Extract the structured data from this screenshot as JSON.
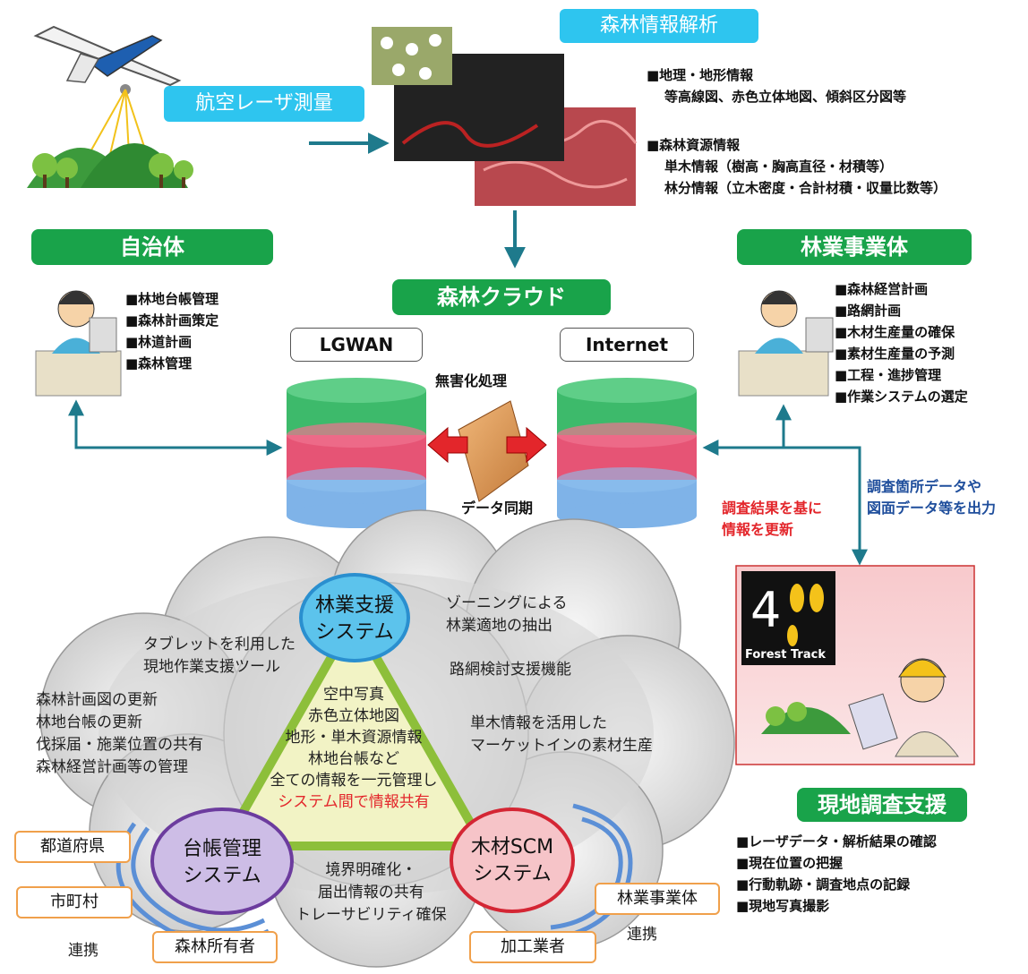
{
  "top": {
    "aerial_label": "航空レーザ測量",
    "analysis_label": "森林情報解析",
    "geo_heading": "■地理・地形情報",
    "geo_detail": "等高線図、赤色立体地図、傾斜区分図等",
    "resource_heading": "■森林資源情報",
    "resource_detail1": "単木情報（樹高・胸高直径・材積等）",
    "resource_detail2": "林分情報（立木密度・合計材積・収量比数等）"
  },
  "municipality": {
    "title": "自治体",
    "items": [
      "■林地台帳管理",
      "■森林計画策定",
      "■林道計画",
      "■森林管理"
    ]
  },
  "forestry_business": {
    "title": "林業事業体",
    "items": [
      "■森林経営計画",
      "■路網計画",
      "■木材生産量の確保",
      "■素材生産量の予測",
      "■工程・進捗管理",
      "■作業システムの選定"
    ]
  },
  "cloud": {
    "title": "森林クラウド",
    "lgwan": "LGWAN",
    "internet": "Internet",
    "sanitize": "無害化処理",
    "sync": "データ同期"
  },
  "field_flow": {
    "update_line1": "調査結果を基に",
    "update_line2": "情報を更新",
    "output_line1": "調査箇所データや",
    "output_line2": "図面データ等を出力"
  },
  "field_support": {
    "app_name": "Forest Track",
    "title": "現地調査支援",
    "items": [
      "■レーザデータ・解析結果の確認",
      "■現在位置の把握",
      "■行動軌跡・調査地点の記録",
      "■現地写真撮影"
    ]
  },
  "systems": {
    "forestry_support": "林業支援\nシステム",
    "ledger": "台帳管理\nシステム",
    "scm": "木材SCM\nシステム"
  },
  "cloud_texts": {
    "tablet": "タブレットを利用した\n現地作業支援ツール",
    "zoning": "ゾーニングによる\n林業適地の抽出",
    "road": "路網検討支援機能",
    "tree_use": "単木情報を活用した\nマーケットインの素材生産",
    "ledger_items": "森林計画図の更新\n林地台帳の更新\n伐採届・施業位置の共有\n森林経営計画等の管理",
    "boundary": "境界明確化・\n届出情報の共有\nトレーサビリティ確保"
  },
  "triangle": {
    "lines": [
      "空中写真",
      "赤色立体地図",
      "地形・単木資源情報",
      "林地台帳など",
      "全ての情報を一元管理し"
    ],
    "highlight": "システム間で情報共有"
  },
  "stakeholders": {
    "prefecture": "都道府県",
    "city": "市町村",
    "owner": "森林所有者",
    "business": "林業事業体",
    "processor": "加工業者",
    "link_left": "連携",
    "link_right": "連携"
  },
  "colors": {
    "arrow": "#1e7a8c",
    "green_label": "#19a34a",
    "cyan_label": "#2ec5ef",
    "red_text": "#e3262b",
    "blue_text": "#1f4e9c",
    "db_green": "#3dba6b",
    "db_red": "#e65475",
    "db_blue": "#7fb3e8"
  }
}
